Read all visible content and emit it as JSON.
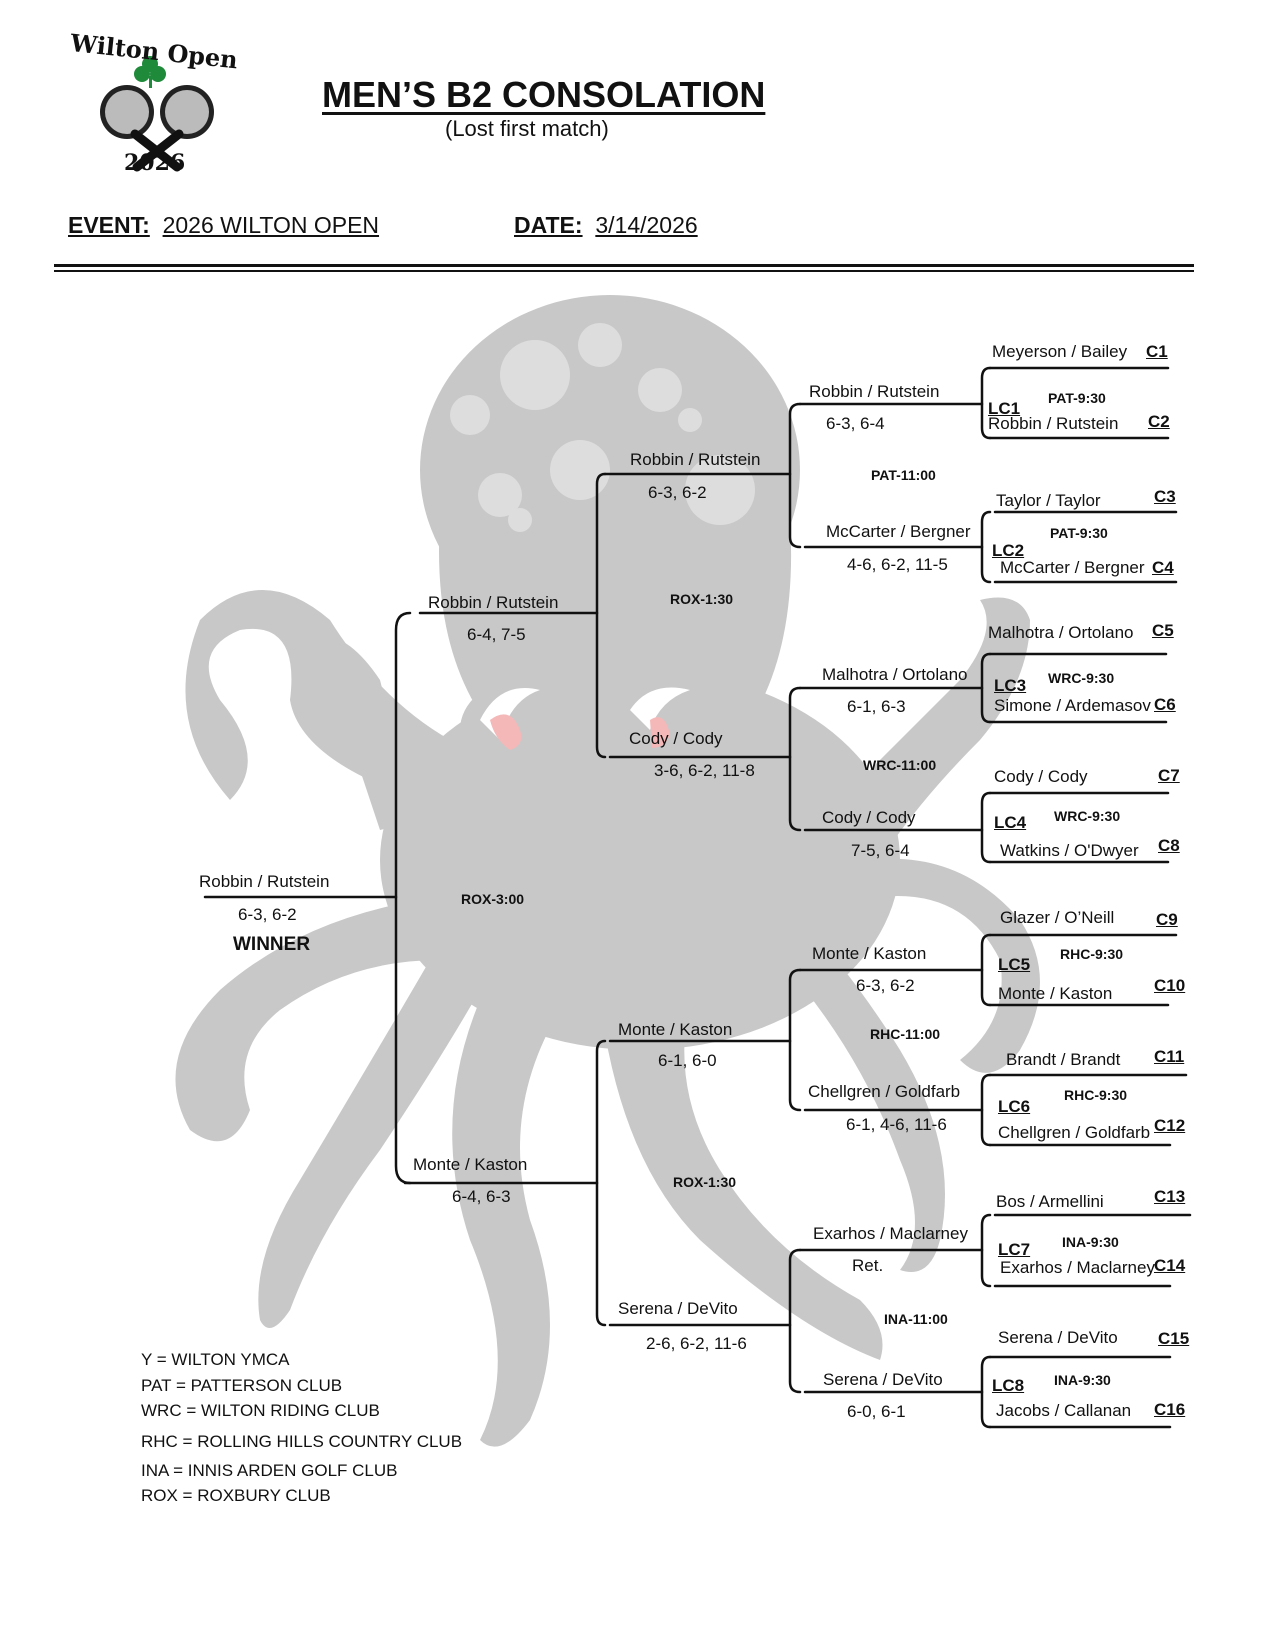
{
  "logo": {
    "text_top": "Wilton Open",
    "year": "2026"
  },
  "header": {
    "title": "MEN’S B2 CONSOLATION",
    "subtitle": "(Lost first match)",
    "event_label": "EVENT:",
    "event_value": "2026 WILTON OPEN",
    "date_label": "DATE:",
    "date_value": "3/14/2026"
  },
  "round1": [
    {
      "team": "Meyerson / Bailey",
      "code": "C1"
    },
    {
      "team": "Robbin / Rutstein",
      "code": "C2"
    },
    {
      "team": "Taylor / Taylor",
      "code": "C3"
    },
    {
      "team": "McCarter / Bergner",
      "code": "C4"
    },
    {
      "team": "Malhotra / Ortolano",
      "code": "C5"
    },
    {
      "team": "Simone / Ardemasov",
      "code": "C6"
    },
    {
      "team": "Cody / Cody",
      "code": "C7"
    },
    {
      "team": "Watkins / O'Dwyer",
      "code": "C8"
    },
    {
      "team": "Glazer / O’Neill",
      "code": "C9"
    },
    {
      "team": "Monte / Kaston",
      "code": "C10"
    },
    {
      "team": "Brandt / Brandt",
      "code": "C11"
    },
    {
      "team": "Chellgren / Goldfarb",
      "code": "C12"
    },
    {
      "team": "Bos / Armellini",
      "code": "C13"
    },
    {
      "team": "Exarhos / Maclarney",
      "code": "C14"
    },
    {
      "team": "Serena / DeVito",
      "code": "C15"
    },
    {
      "team": "Jacobs / Callanan",
      "code": "C16"
    }
  ],
  "matches_r1": [
    {
      "label": "LC1",
      "sched": "PAT-9:30"
    },
    {
      "label": "LC2",
      "sched": "PAT-9:30"
    },
    {
      "label": "LC3",
      "sched": "WRC-9:30"
    },
    {
      "label": "LC4",
      "sched": "WRC-9:30"
    },
    {
      "label": "LC5",
      "sched": "RHC-9:30"
    },
    {
      "label": "LC6",
      "sched": "RHC-9:30"
    },
    {
      "label": "LC7",
      "sched": "INA-9:30"
    },
    {
      "label": "LC8",
      "sched": "INA-9:30"
    }
  ],
  "round2": [
    {
      "team": "Robbin / Rutstein",
      "score": "6-3, 6-4"
    },
    {
      "team": "McCarter / Bergner",
      "score": "4-6, 6-2, 11-5"
    },
    {
      "team": "Malhotra / Ortolano",
      "score": "6-1, 6-3"
    },
    {
      "team": "Cody / Cody",
      "score": "7-5, 6-4"
    },
    {
      "team": "Monte / Kaston",
      "score": "6-3, 6-2"
    },
    {
      "team": "Chellgren / Goldfarb",
      "score": "6-1, 4-6, 11-6"
    },
    {
      "team": "Exarhos / Maclarney",
      "score": "Ret."
    },
    {
      "team": "Serena / DeVito",
      "score": "6-0, 6-1"
    }
  ],
  "sched_r2": [
    "PAT-11:00",
    "WRC-11:00",
    "RHC-11:00",
    "INA-11:00"
  ],
  "round3": [
    {
      "team": "Robbin / Rutstein",
      "score": "6-3, 6-2"
    },
    {
      "team": "Cody / Cody",
      "score": "3-6, 6-2, 11-8"
    },
    {
      "team": "Monte / Kaston",
      "score": "6-1, 6-0"
    },
    {
      "team": "Serena / DeVito",
      "score": "2-6, 6-2, 11-6"
    }
  ],
  "sched_r3": [
    "ROX-1:30",
    "ROX-1:30"
  ],
  "round4": [
    {
      "team": "Robbin / Rutstein",
      "score": "6-4, 7-5"
    },
    {
      "team": "Monte / Kaston",
      "score": "6-4, 6-3"
    }
  ],
  "sched_final": "ROX-3:00",
  "champion": {
    "team": "Robbin / Rutstein",
    "score": "6-3, 6-2",
    "label": "WINNER"
  },
  "legend": [
    "Y = WILTON YMCA",
    "PAT = PATTERSON CLUB",
    "WRC = WILTON RIDING CLUB",
    "RHC = ROLLING HILLS COUNTRY CLUB",
    "INA = INNIS ARDEN GOLF CLUB",
    "ROX = ROXBURY CLUB"
  ],
  "colors": {
    "octopus": "#c8c8c8",
    "octopus_spots": "#dddddd",
    "eye": "#f4b8b8",
    "clover": "#1e8a3a"
  }
}
